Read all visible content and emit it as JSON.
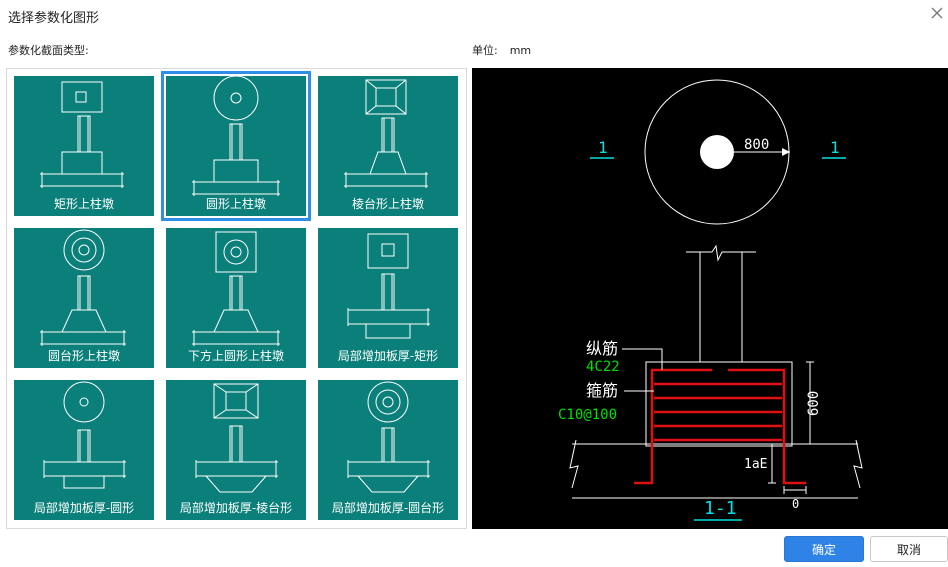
{
  "window": {
    "title": "选择参数化图形"
  },
  "labels": {
    "section_type": "参数化截面类型:",
    "unit_label": "单位:",
    "unit_value": "mm"
  },
  "options": [
    {
      "label": "矩形上柱墩",
      "selected": false
    },
    {
      "label": "圆形上柱墩",
      "selected": true
    },
    {
      "label": "棱台形上柱墩",
      "selected": false
    },
    {
      "label": "圆台形上柱墩",
      "selected": false
    },
    {
      "label": "下方上圆形上柱墩",
      "selected": false
    },
    {
      "label": "局部增加板厚-矩形",
      "selected": false
    },
    {
      "label": "局部增加板厚-圆形",
      "selected": false
    },
    {
      "label": "局部增加板厚-棱台形",
      "selected": false
    },
    {
      "label": "局部增加板厚-圆台形",
      "selected": false
    }
  ],
  "preview": {
    "section_mark_left": "1",
    "section_mark_right": "1",
    "radius_dim": "800",
    "longitudinal_label": "纵筋",
    "longitudinal_value": "4C22",
    "stirrup_label": "箍筋",
    "stirrup_value": "C10@100",
    "height_dim": "600",
    "anchor_label": "1aE",
    "bottom_dim": "0",
    "section_title": "1-1"
  },
  "buttons": {
    "ok": "确定",
    "cancel": "取消"
  },
  "colors": {
    "tile": "#0b7f79",
    "selected_border": "#2f8fe8",
    "primary": "#2f82e6",
    "rebar": "#e01010",
    "annot_green": "#00e000",
    "annot_cyan": "#00e0e0"
  }
}
